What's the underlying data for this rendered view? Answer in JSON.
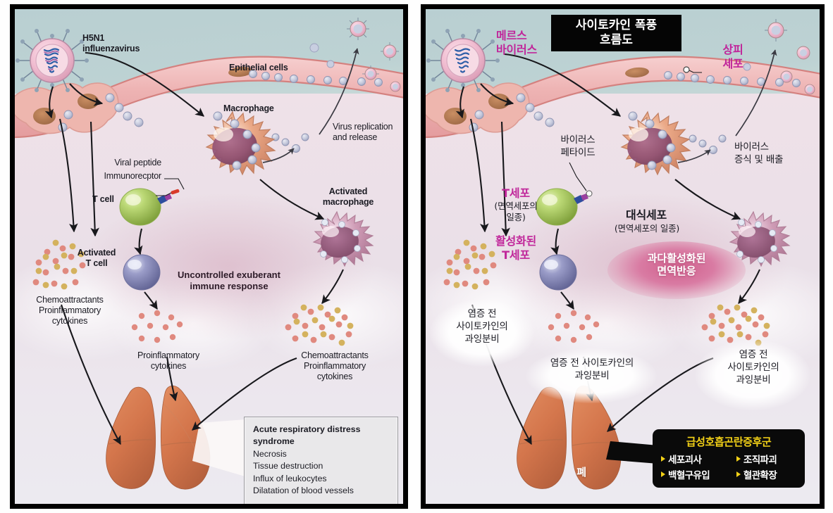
{
  "left_panel": {
    "name": "english-version",
    "labels": {
      "virus": "H5N1\ninfluenzavirus",
      "epithelial_cells": "Epithelial cells",
      "macrophage": "Macrophage",
      "virus_replication": "Virus replication\nand release",
      "viral_peptide": "Viral peptide",
      "immunoreceptor": "Immunorecptor",
      "t_cell": "T cell",
      "activated_t_cell": "Activated\nT cell",
      "activated_macrophage": "Activated\nmacrophage",
      "uncontrolled": "Uncontrolled exuberant\nimmune response",
      "cytokines_left": "Chemoattractants\nProinflammatory\ncytokines",
      "cytokines_mid": "Proinflammatory\ncytokines",
      "cytokines_right": "Chemoattractants\nProinflammatory\ncytokines"
    },
    "ards_box": {
      "heading": "Acute respiratory distress syndrome",
      "items": [
        "Necrosis",
        "Tissue destruction",
        "Influx of leukocytes",
        "Dilatation of blood vessels"
      ]
    }
  },
  "right_panel": {
    "name": "korean-version",
    "title": "사이토카인 폭풍\n흐름도",
    "labels": {
      "virus": "메르스\n바이러스",
      "epithelial_cells": "상피\n세포",
      "viral_peptide": "바이러스\n페타이드",
      "virus_replication": "바이러스\n증식 및 배출",
      "t_cell_main": "T세포",
      "t_cell_sub": "(면역세포의\n일종)",
      "activated_t_cell": "활성화된\nT세포",
      "macrophage_main": "대식세포",
      "macrophage_sub": "(면역세포의 일종)",
      "overactive_immune": "과다활성화된\n면역반응",
      "cytokines_left": "염증 전\n사이토카인의\n과잉분비",
      "cytokines_mid": "염증 전 사이토카인의\n과잉분비",
      "cytokines_right": "염증 전\n사이토카인의\n과잉분비",
      "lung": "폐"
    },
    "ards_box": {
      "heading": "급성호흡곤란증후군",
      "items": [
        "세포괴사",
        "조직파괴",
        "백혈구유입",
        "혈관확장"
      ]
    }
  },
  "colors": {
    "magenta_label": "#c0269a",
    "ards_yellow": "#f3d117",
    "title_bg": "#050505",
    "sky": "#bdd2d3",
    "tissue": "#eae0e8",
    "macrophage": "#e09a7f",
    "activated_macrophage": "#c896ae",
    "t_cell": "#a8c864",
    "activated_t_cell": "#8f8fc0",
    "cytokine_pink": "#e0897f",
    "cytokine_gold": "#d4b25e",
    "lung": "#d4764c",
    "epithelium": "#edb3b3",
    "virus_shell": "#f0c8d4"
  },
  "icon_names": {
    "virus": "virus-particle-icon",
    "macrophage": "macrophage-cell-icon",
    "t_cell": "t-cell-icon",
    "lung": "lung-icon",
    "cytokine": "cytokine-dot-icon",
    "arrow": "flow-arrow-icon"
  }
}
